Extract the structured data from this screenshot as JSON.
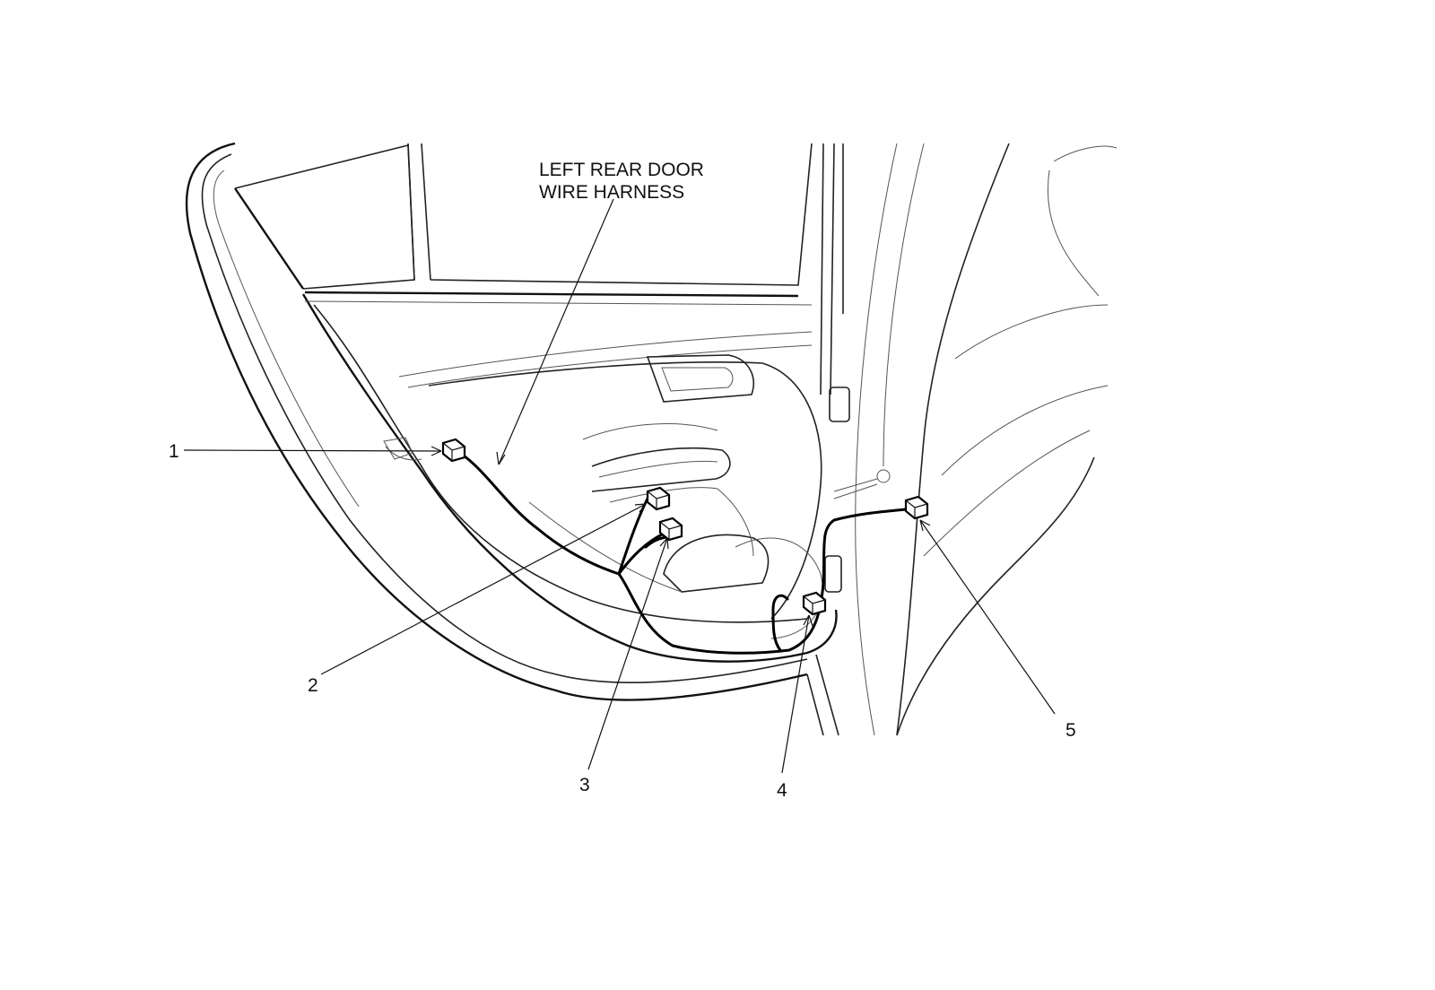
{
  "title_lines": [
    "LEFT REAR DOOR",
    "WIRE HARNESS"
  ],
  "callouts": [
    "1",
    "2",
    "3",
    "4",
    "5"
  ]
}
